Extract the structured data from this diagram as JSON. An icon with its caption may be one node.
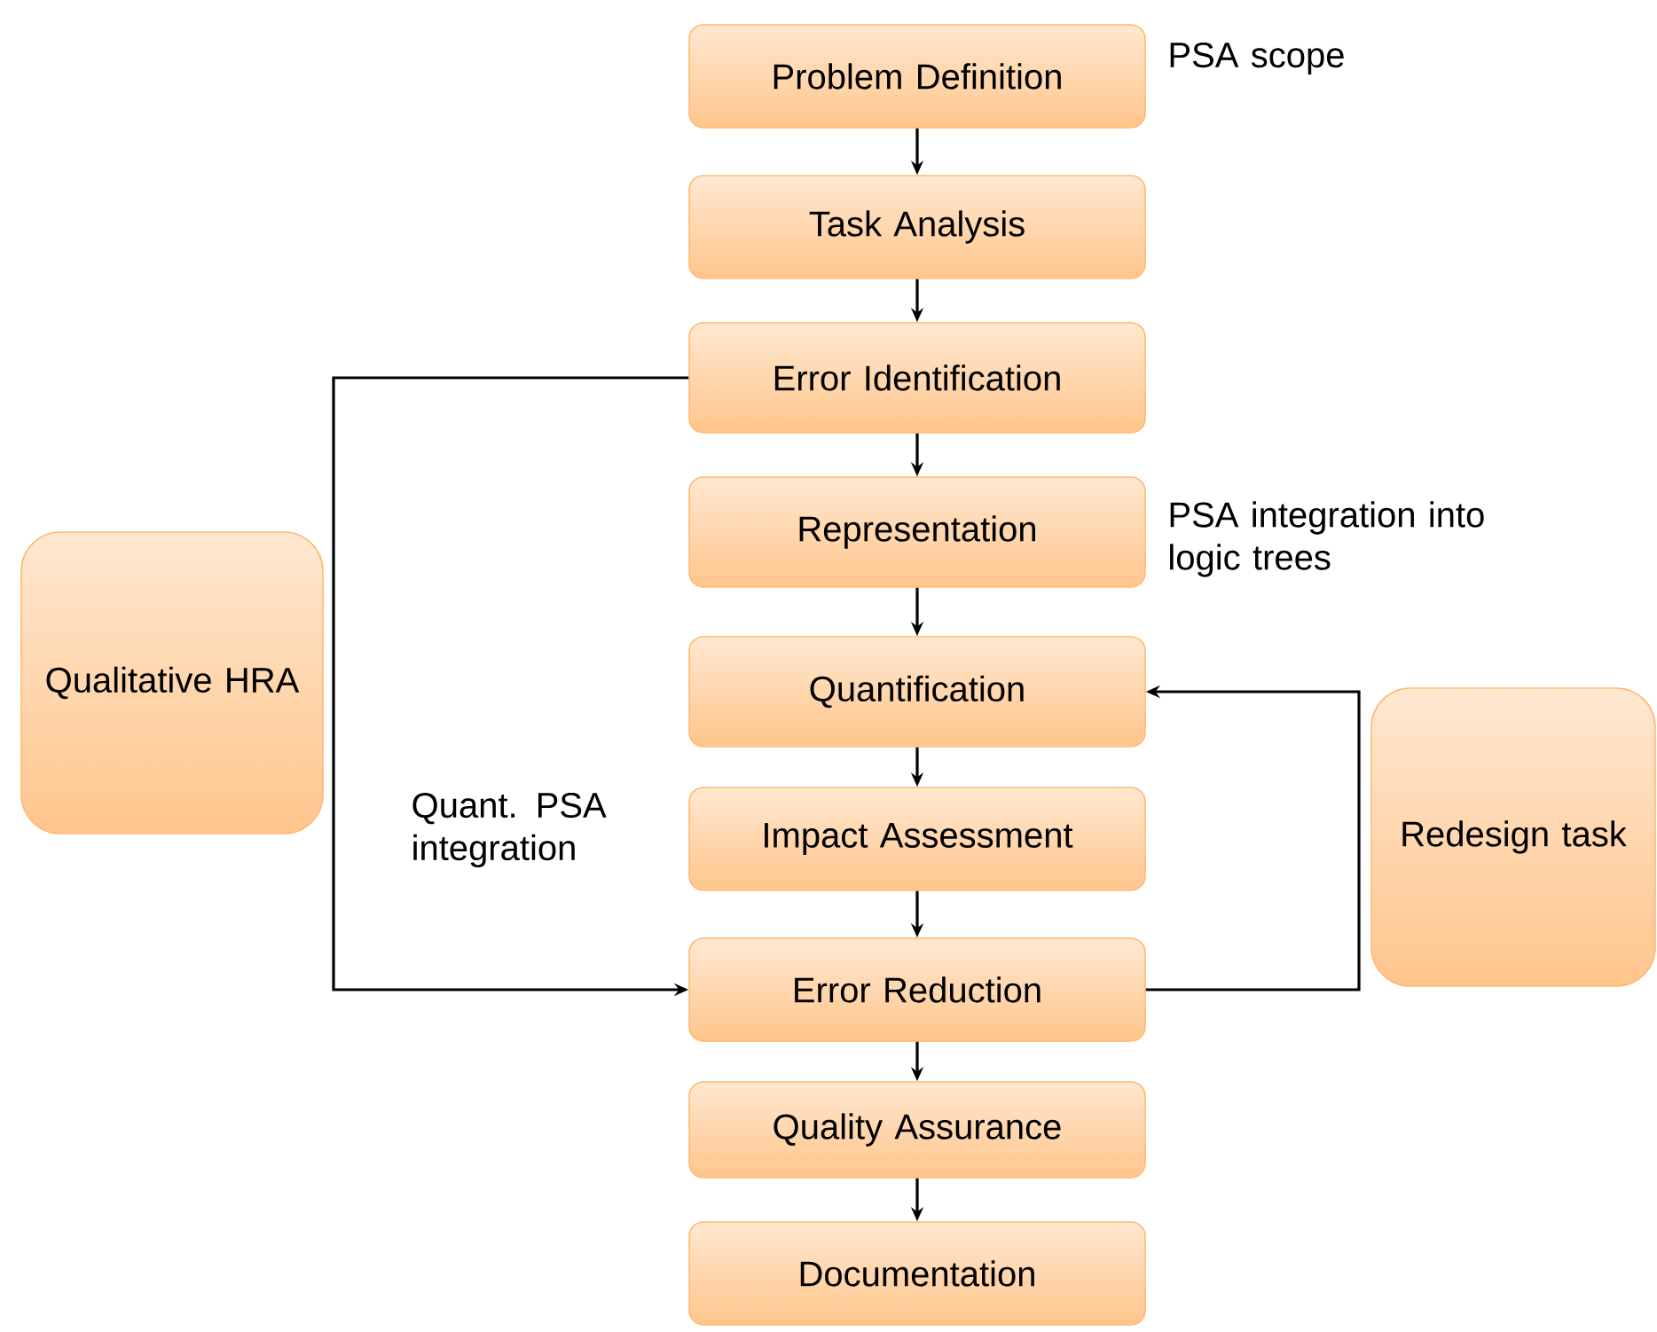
{
  "diagram": {
    "nodes": [
      {
        "text": [
          "Problem Definition"
        ],
        "beside": [
          "PSA scope"
        ]
      },
      {
        "text": [
          "Task Analysis"
        ]
      },
      {
        "text": [
          "Error Identification"
        ]
      },
      {
        "text": [
          "Representation"
        ],
        "beside": [
          "PSA integration into logic trees"
        ]
      },
      {
        "text": [
          "Quantification"
        ]
      },
      {
        "text": [
          "Impact Assessment"
        ],
        "beside": [
          "Quant. PSA integration"
        ]
      },
      {
        "text": [
          "Error Reduction"
        ]
      },
      {
        "text": [
          "Quality Assurance"
        ]
      },
      {
        "text": [
          "Documentation"
        ]
      },
      {
        "text": [
          "Qualitative HRA"
        ]
      },
      {
        "text": [
          "Redesign task"
        ]
      }
    ],
    "edges": [
      {
        "from": 0,
        "to": 1,
        "arrow": "to"
      },
      {
        "from": 1,
        "to": 2,
        "arrow": "to"
      },
      {
        "from": 2,
        "to": 3,
        "arrow": "to"
      },
      {
        "from": 3,
        "to": 4,
        "arrow": "to"
      },
      {
        "from": 4,
        "to": 5,
        "arrow": "to"
      },
      {
        "from": 5,
        "to": 6,
        "arrow": "to"
      },
      {
        "from": 6,
        "to": 7,
        "arrow": "to"
      },
      {
        "from": 7,
        "to": 8,
        "arrow": "to"
      },
      {
        "from": 2,
        "to": 6,
        "arrow": "to"
      },
      {
        "from": 6,
        "to": 4,
        "arrow": "to"
      }
    ]
  }
}
